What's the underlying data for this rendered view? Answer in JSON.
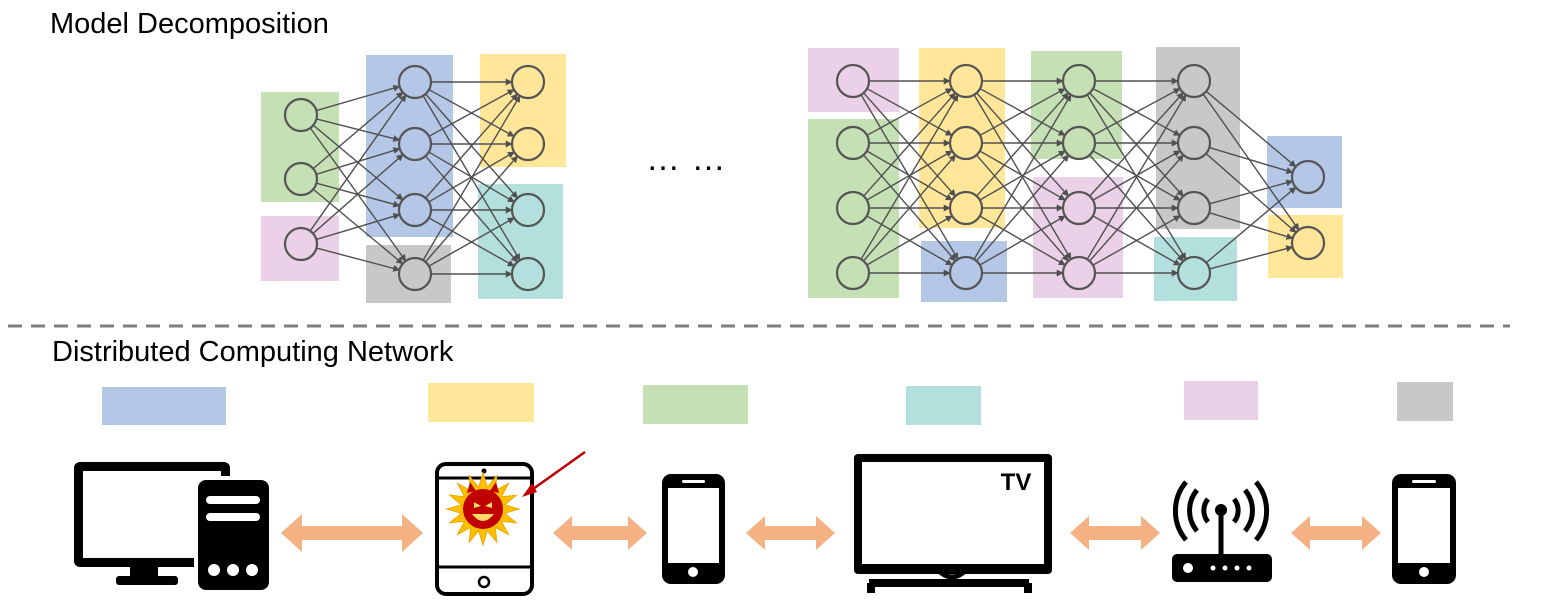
{
  "sections": {
    "model_decomposition": "Model Decomposition",
    "distributed_network": "Distributed Computing Network"
  },
  "ellipsis": "… …",
  "colors": {
    "blue": "#b4c7e7",
    "yellow": "#ffe699",
    "green": "#c5e0b4",
    "teal": "#b3e0dc",
    "pink": "#ead1e8",
    "gray": "#c8c8c8",
    "arrow": "#f4b183",
    "node_stroke": "#555555",
    "edge": "#505050",
    "malicious": "#c00000",
    "sun": "#ffc000"
  },
  "device_partitions": [
    "blue",
    "yellow",
    "green",
    "teal",
    "pink",
    "gray"
  ],
  "devices": [
    {
      "type": "desktop-computer",
      "icon": "desktop-computer-icon"
    },
    {
      "type": "tablet",
      "icon": "tablet-icon",
      "malicious": true
    },
    {
      "type": "smartphone",
      "icon": "smartphone-icon"
    },
    {
      "type": "television",
      "icon": "tv-icon",
      "screen_text": "TV"
    },
    {
      "type": "wireless-router",
      "icon": "wifi-router-icon"
    },
    {
      "type": "smartphone",
      "icon": "smartphone-icon"
    }
  ]
}
